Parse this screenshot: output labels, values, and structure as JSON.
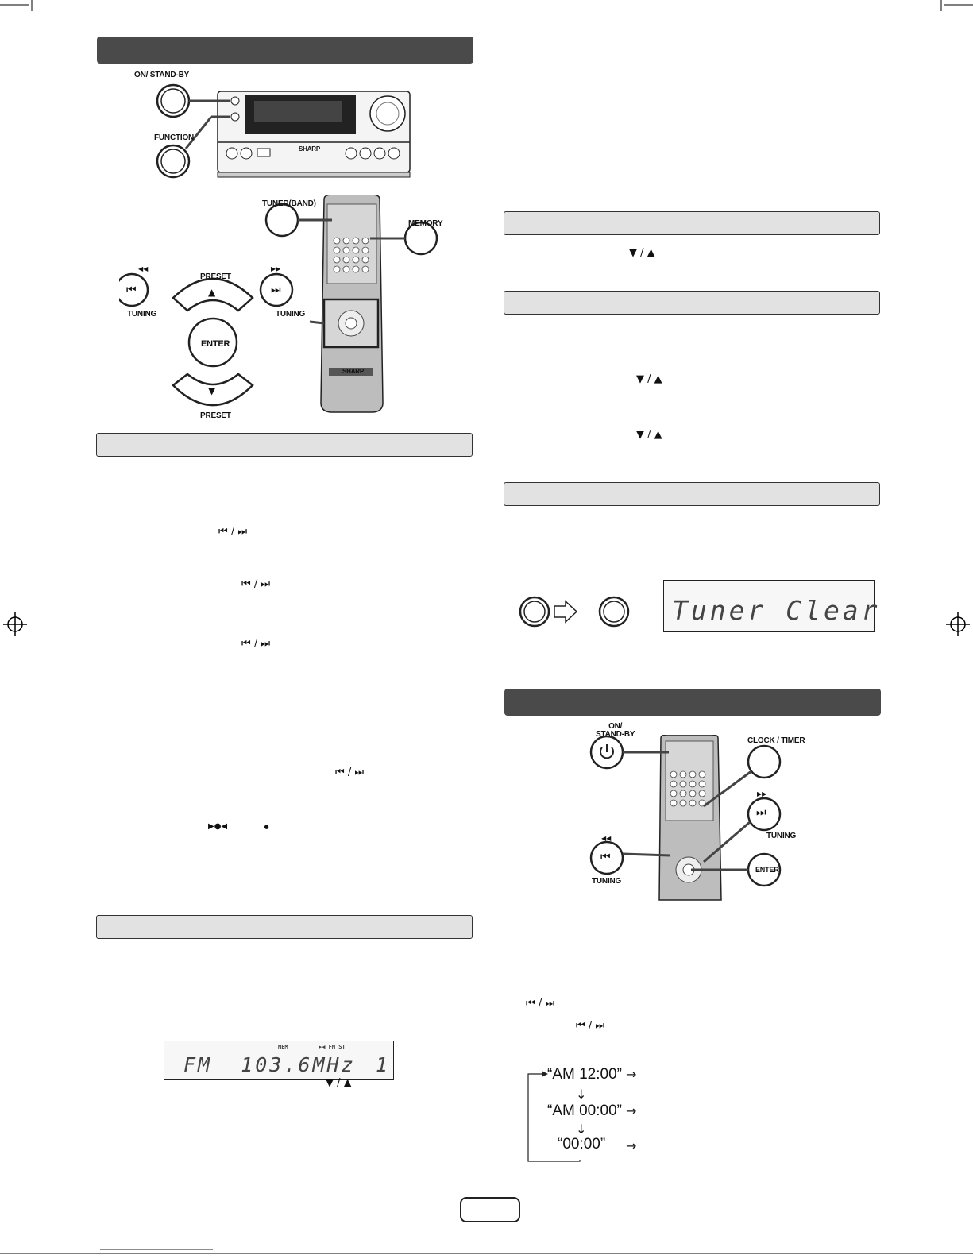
{
  "labels": {
    "on_standby": "ON/ STAND-BY",
    "function": "FUNCTION",
    "tuner_band": "TUNER(BAND)",
    "memory": "MEMORY",
    "preset_top": "PRESET",
    "preset_bottom": "PRESET",
    "tuning_left": "TUNING",
    "tuning_right": "TUNING",
    "enter": "ENTER",
    "brand": "SHARP",
    "on_standby_2": "ON/\nSTAND-BY",
    "clock_timer": "CLOCK / TIMER",
    "tuning_left_2": "TUNING",
    "tuning_right_2": "TUNING",
    "enter_2": "ENTER"
  },
  "glyphs": {
    "prev": "⏮",
    "next": "⏭",
    "or": "/",
    "down": "▼",
    "up": "▲",
    "rewind": "◀◀",
    "ffwd": "▶▶",
    "fm_stereo_ind": "▶●◀",
    "dot": "●"
  },
  "display_mem": {
    "mem": "MEM",
    "fm_st": "▶◀ FM ST",
    "text": "FM  103.6MHz",
    "preset_num": "1"
  },
  "display_clear": {
    "text": "Tuner Clear"
  },
  "clock_formats": [
    "“AM 12:00”",
    "“AM 00:00”",
    "“00:00”"
  ],
  "arrows": {
    "right": "→",
    "down": "↓"
  }
}
